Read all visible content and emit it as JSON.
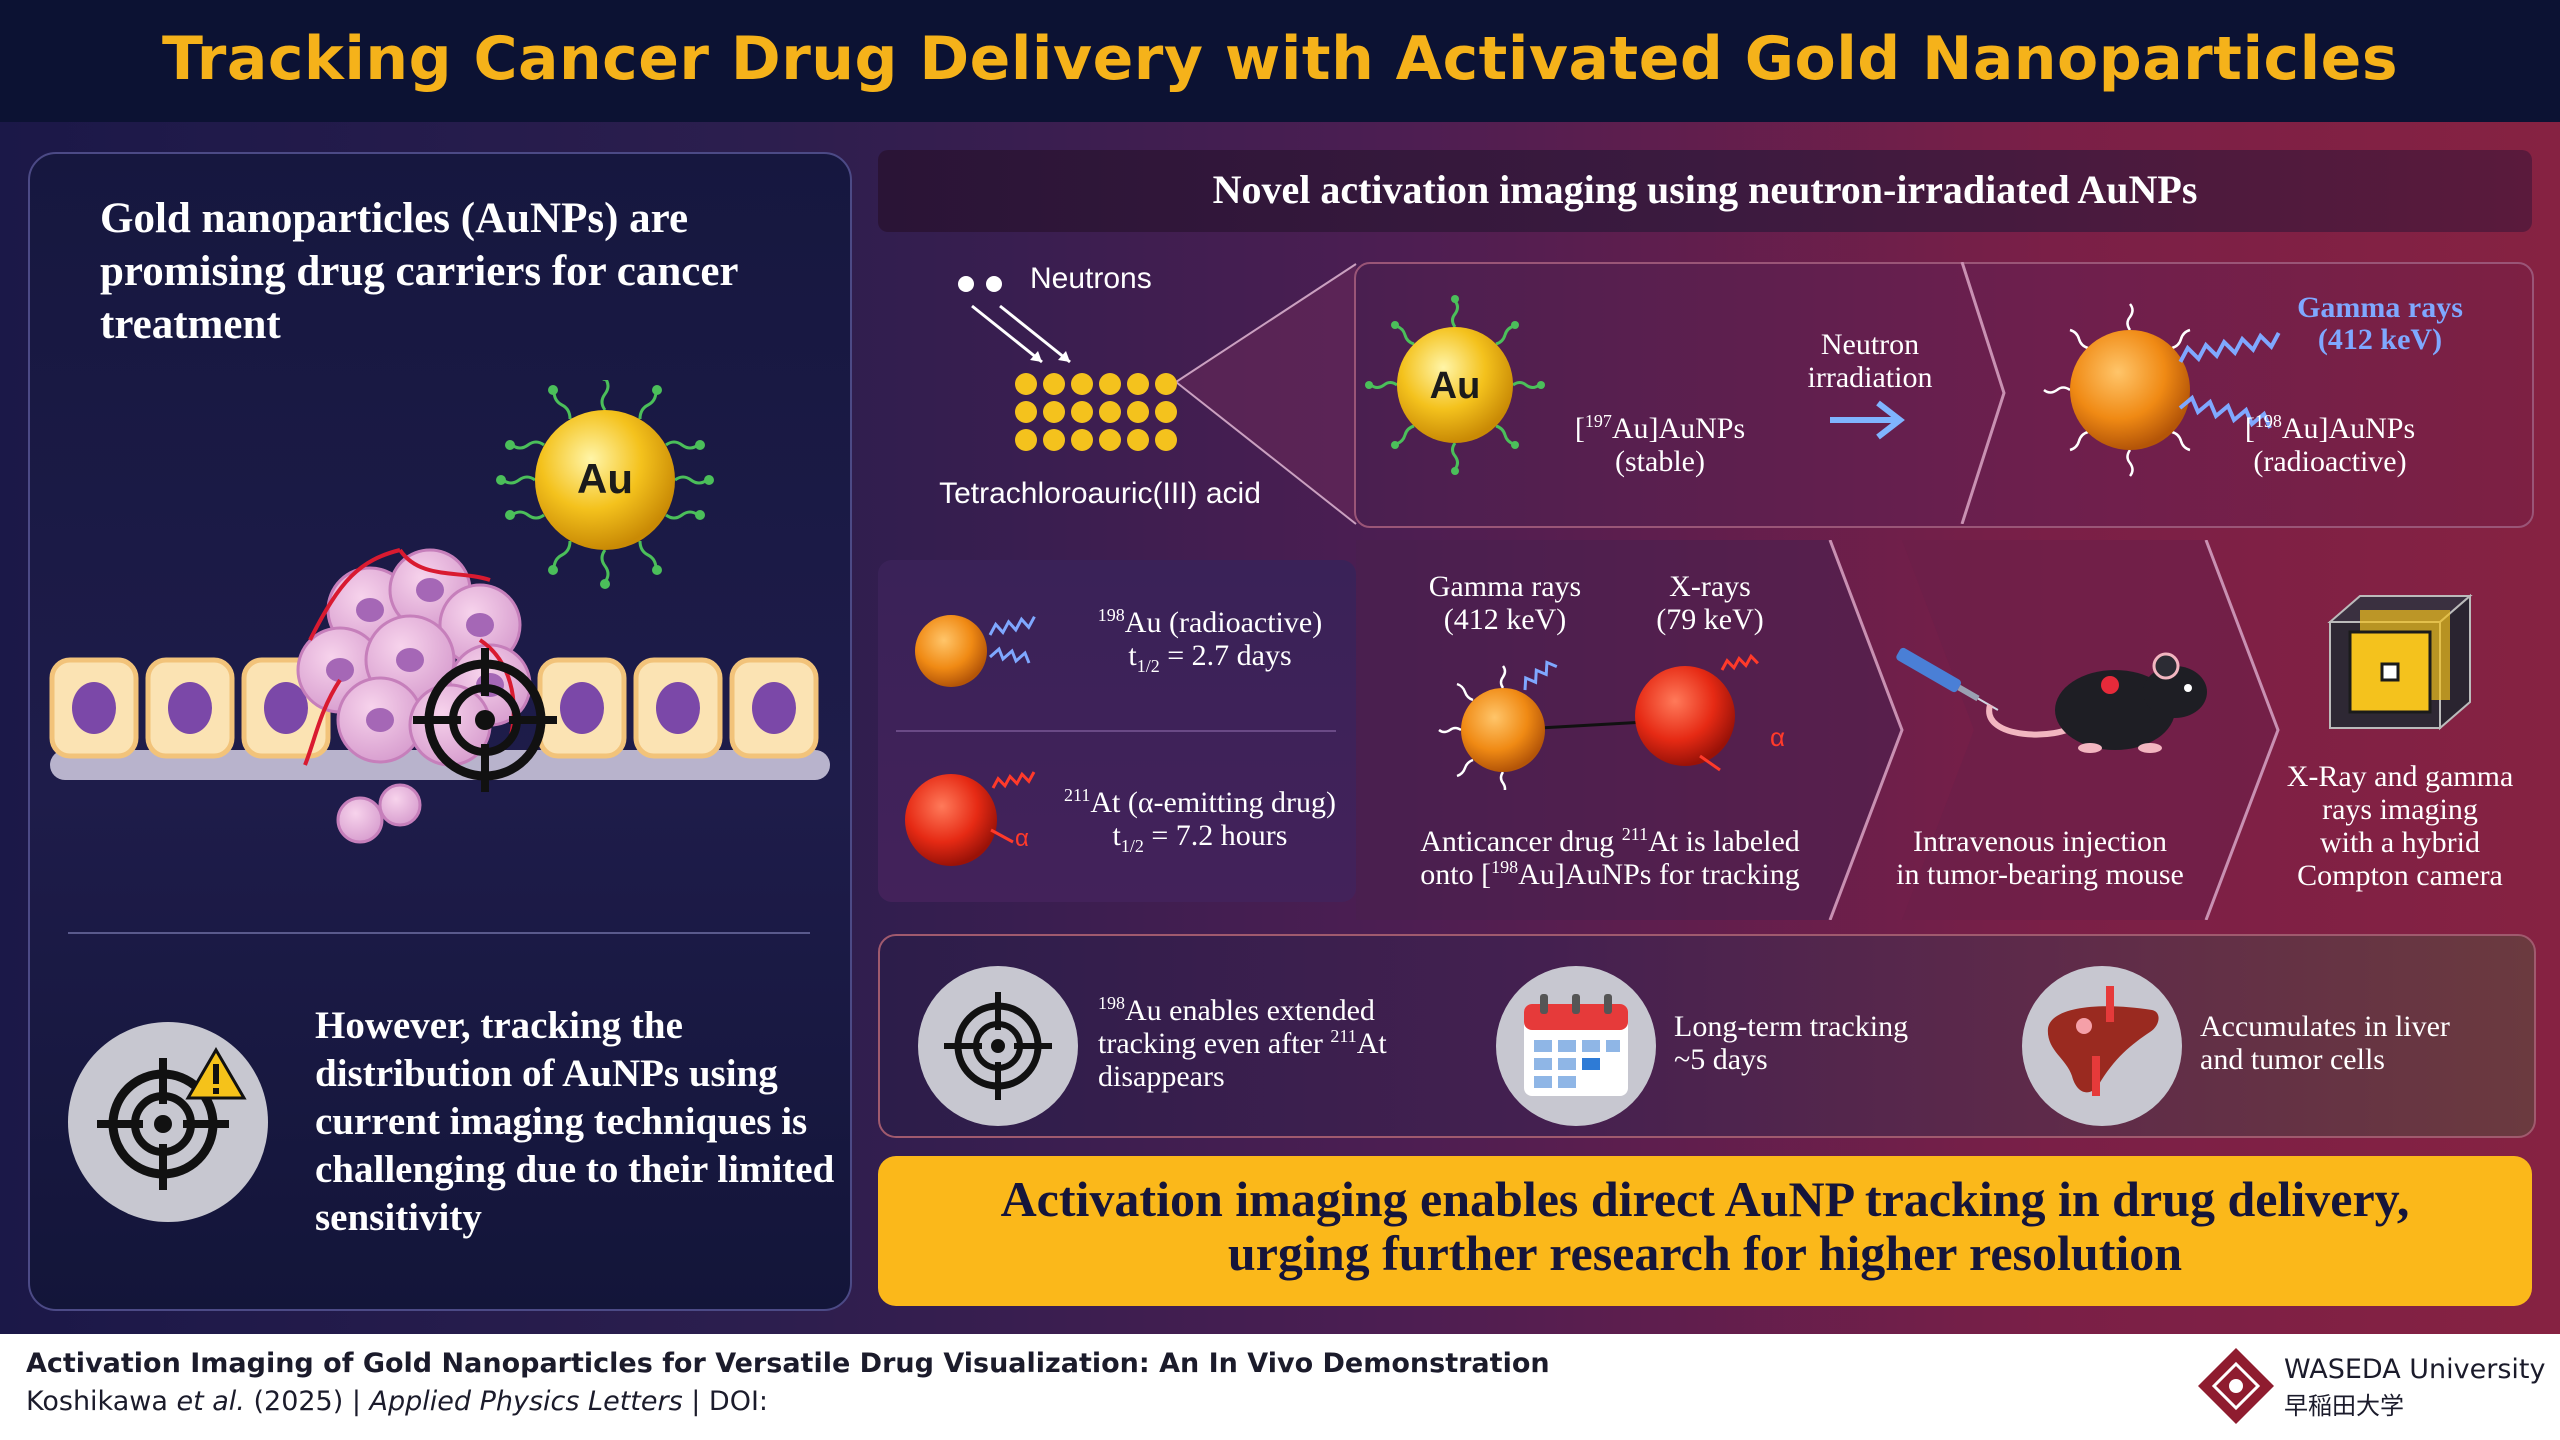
{
  "header": {
    "title": "Tracking Cancer Drug Delivery with Activated Gold Nanoparticles"
  },
  "left_panel": {
    "top_text": "Gold nanoparticles (AuNPs) are promising drug carriers for cancer treatment",
    "particle_label": "Au",
    "bottom_text": "However, tracking the distribution of AuNPs using current imaging techniques is challenging due to their limited sensitivity"
  },
  "activation": {
    "header": "Novel activation imaging using neutron-irradiated AuNPs",
    "neutrons_label": "Neutrons",
    "acid_label": "Tetrachloroauric(III) acid",
    "stable_particle_label": "Au",
    "stable_mass": "197",
    "stable_name": "Au]AuNPs",
    "stable_state": "(stable)",
    "irradiation_line1": "Neutron",
    "irradiation_line2": "irradiation",
    "gamma_line1": "Gamma rays",
    "gamma_line2": "(412 keV)",
    "radio_mass": "198",
    "radio_name": "Au]AuNPs",
    "radio_state": "(radioactive)"
  },
  "halflife": {
    "au_mass": "198",
    "au_name": "Au (radioactive)",
    "au_half_prefix": "t",
    "au_half_sub": "1/2",
    "au_half_value": " = 2.7 days",
    "at_mass": "211",
    "at_name": "At (α-emitting drug)",
    "at_half_prefix": "t",
    "at_half_sub": "1/2",
    "at_half_value": " = 7.2 hours",
    "alpha_symbol": "α"
  },
  "process": {
    "gamma_line1": "Gamma rays",
    "gamma_line2": "(412 keV)",
    "xray_line1": "X-rays",
    "xray_line2": "(79 keV)",
    "drug_line1_a": "Anticancer drug ",
    "drug_line1_mass": "211",
    "drug_line1_b": "At is labeled",
    "drug_line2_a": "onto [",
    "drug_line2_mass": "198",
    "drug_line2_b": "Au]AuNPs for tracking",
    "injection_line1": "Intravenous injection",
    "injection_line2": "in tumor-bearing mouse",
    "camera_line1": "X-Ray and gamma",
    "camera_line2": "rays imaging",
    "camera_line3": "with a hybrid",
    "camera_line4": "Compton camera",
    "alpha_symbol": "α"
  },
  "findings": {
    "f1_mass": "198",
    "f1_line1": "Au enables extended",
    "f1_line2_a": "tracking even after ",
    "f1_line2_mass": "211",
    "f1_line2_b": "At",
    "f1_line3": "disappears",
    "f2_line1": "Long-term tracking",
    "f2_line2": "~5 days",
    "f3_line1": "Accumulates in liver",
    "f3_line2": "and tumor cells"
  },
  "conclusion": {
    "line1": "Activation imaging enables direct AuNP tracking in drug delivery,",
    "line2": "urging further research for higher resolution"
  },
  "footer": {
    "paper_title": "Activation Imaging of Gold Nanoparticles for Versatile Drug Visualization: An In Vivo Demonstration",
    "authors": "Koshikawa ",
    "et_al": "et al.",
    "year": " (2025) | ",
    "journal": "Applied Physics Letters",
    "doi": " | DOI:",
    "university_en": "WASEDA University",
    "university_jp": "早稲田大学"
  },
  "colors": {
    "title": "#f5b21a",
    "header_bg": "#0c1233",
    "gold": "#f4c21d",
    "au198": "#f08a14",
    "at211": "#e62a14",
    "gamma": "#7fa8ff",
    "conclusion_bg": "#fbb81a",
    "waseda": "#8f1c2f"
  }
}
